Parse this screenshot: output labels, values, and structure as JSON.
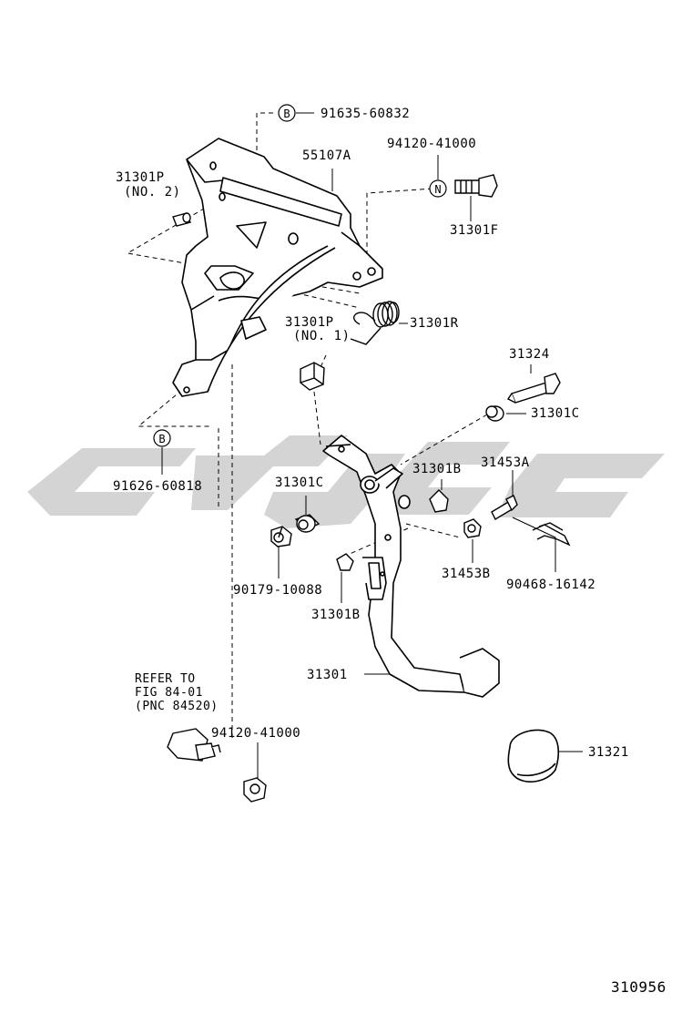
{
  "figure_number": "310956",
  "watermark": {
    "color": "#d4d4d4"
  },
  "symbols": {
    "b": "B",
    "n": "N"
  },
  "parts": {
    "p91635": "91635-60832",
    "p55107a": "55107A",
    "p94120_top": "94120-41000",
    "p31301p_no2_num": "31301P",
    "p31301p_no2_sub": "(NO. 2)",
    "p31301f": "31301F",
    "p31301p_no1_num": "31301P",
    "p31301p_no1_sub": "(NO. 1)",
    "p31301r": "31301R",
    "p31324": "31324",
    "p31301c_right": "31301C",
    "p91626": "91626-60818",
    "p31301c_left": "31301C",
    "p31301b_top": "31301B",
    "p31453a": "31453A",
    "p31453b": "31453B",
    "p90468": "90468-16142",
    "p90179": "90179-10088",
    "p31301b_bottom": "31301B",
    "p31301": "31301",
    "refer_line1": "REFER TO",
    "refer_line2": "FIG 84-01",
    "refer_line3": "(PNC 84520)",
    "p94120_bottom": "94120-41000",
    "p31321": "31321"
  }
}
